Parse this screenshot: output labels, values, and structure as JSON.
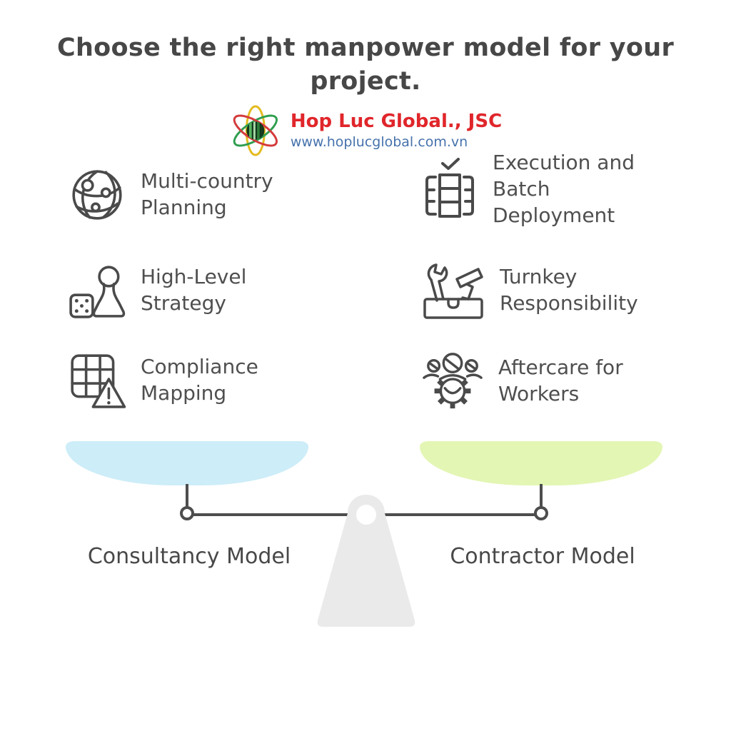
{
  "title": "Choose the right manpower model for your project.",
  "logo": {
    "company": "Hop Luc Global., JSC",
    "website": "www.hoplucglobal.com.vn"
  },
  "colors": {
    "ink": "#4a4a4a",
    "brand_red": "#e0262b",
    "brand_blue": "#4672ac",
    "pan_left_blue": "#cdedf8",
    "pan_right_green": "#e3f6b4",
    "fulcrum_gray": "#eaeaea"
  },
  "features": {
    "left": [
      {
        "icon": "globe-network-icon",
        "label": "Multi-country\nPlanning"
      },
      {
        "icon": "strategy-pawn-dice-icon",
        "label": "High-Level\nStrategy"
      },
      {
        "icon": "compliance-grid-warning-icon",
        "label": "Compliance\nMapping"
      }
    ],
    "right": [
      {
        "icon": "batch-deployment-icon",
        "label": "Execution and\nBatch\nDeployment"
      },
      {
        "icon": "turnkey-toolbox-icon",
        "label": "Turnkey\nResponsibility"
      },
      {
        "icon": "aftercare-team-gear-icon",
        "label": "Aftercare for\nWorkers"
      }
    ]
  },
  "scale": {
    "left_label": "Consultancy Model",
    "right_label": "Contractor Model"
  }
}
